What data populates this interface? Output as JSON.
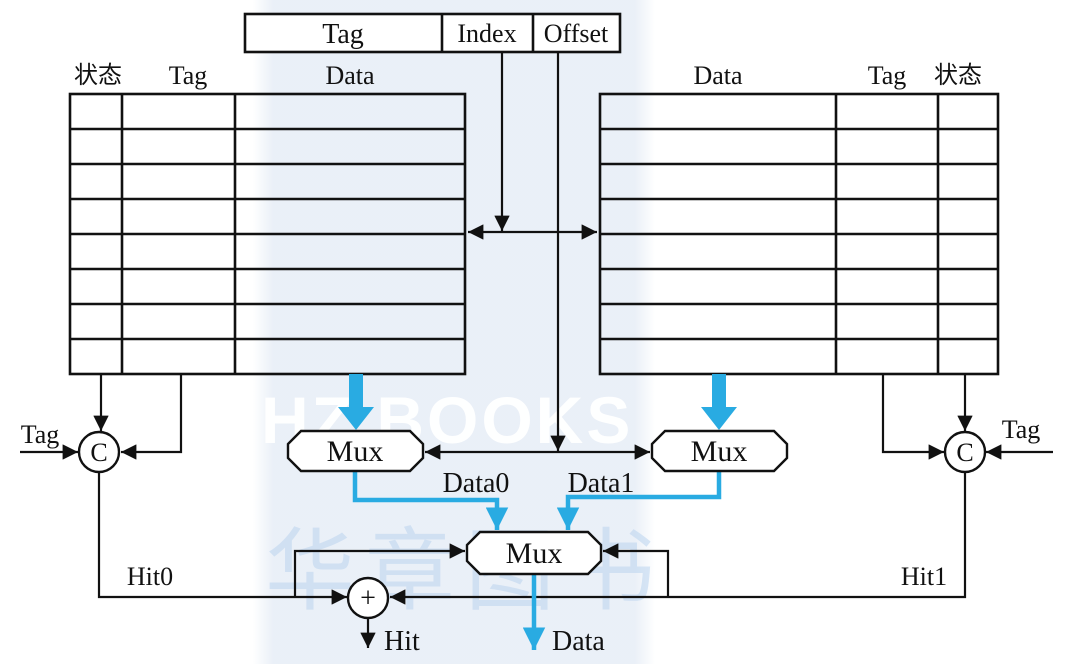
{
  "address": {
    "tag": "Tag",
    "index": "Index",
    "offset": "Offset"
  },
  "left_table": {
    "rows": 8,
    "headers": {
      "status": "状态",
      "tag": "Tag",
      "data": "Data"
    }
  },
  "right_table": {
    "rows": 8,
    "headers": {
      "data": "Data",
      "tag": "Tag",
      "status": "状态"
    }
  },
  "comparators": {
    "left_label": "C",
    "right_label": "C",
    "left_tag_input": "Tag",
    "right_tag_input": "Tag"
  },
  "mux": {
    "left": "Mux",
    "right": "Mux",
    "final": "Mux"
  },
  "signals": {
    "data0": "Data0",
    "data1": "Data1",
    "hit0": "Hit0",
    "hit1": "Hit1",
    "or_gate": "+",
    "hit_out": "Hit",
    "data_out": "Data"
  },
  "watermark": {
    "line1": "HZ BOOKS",
    "line2": "华章图书"
  },
  "colors": {
    "accent": "#29abe2",
    "line": "#111111",
    "band": "#e9eff7"
  }
}
